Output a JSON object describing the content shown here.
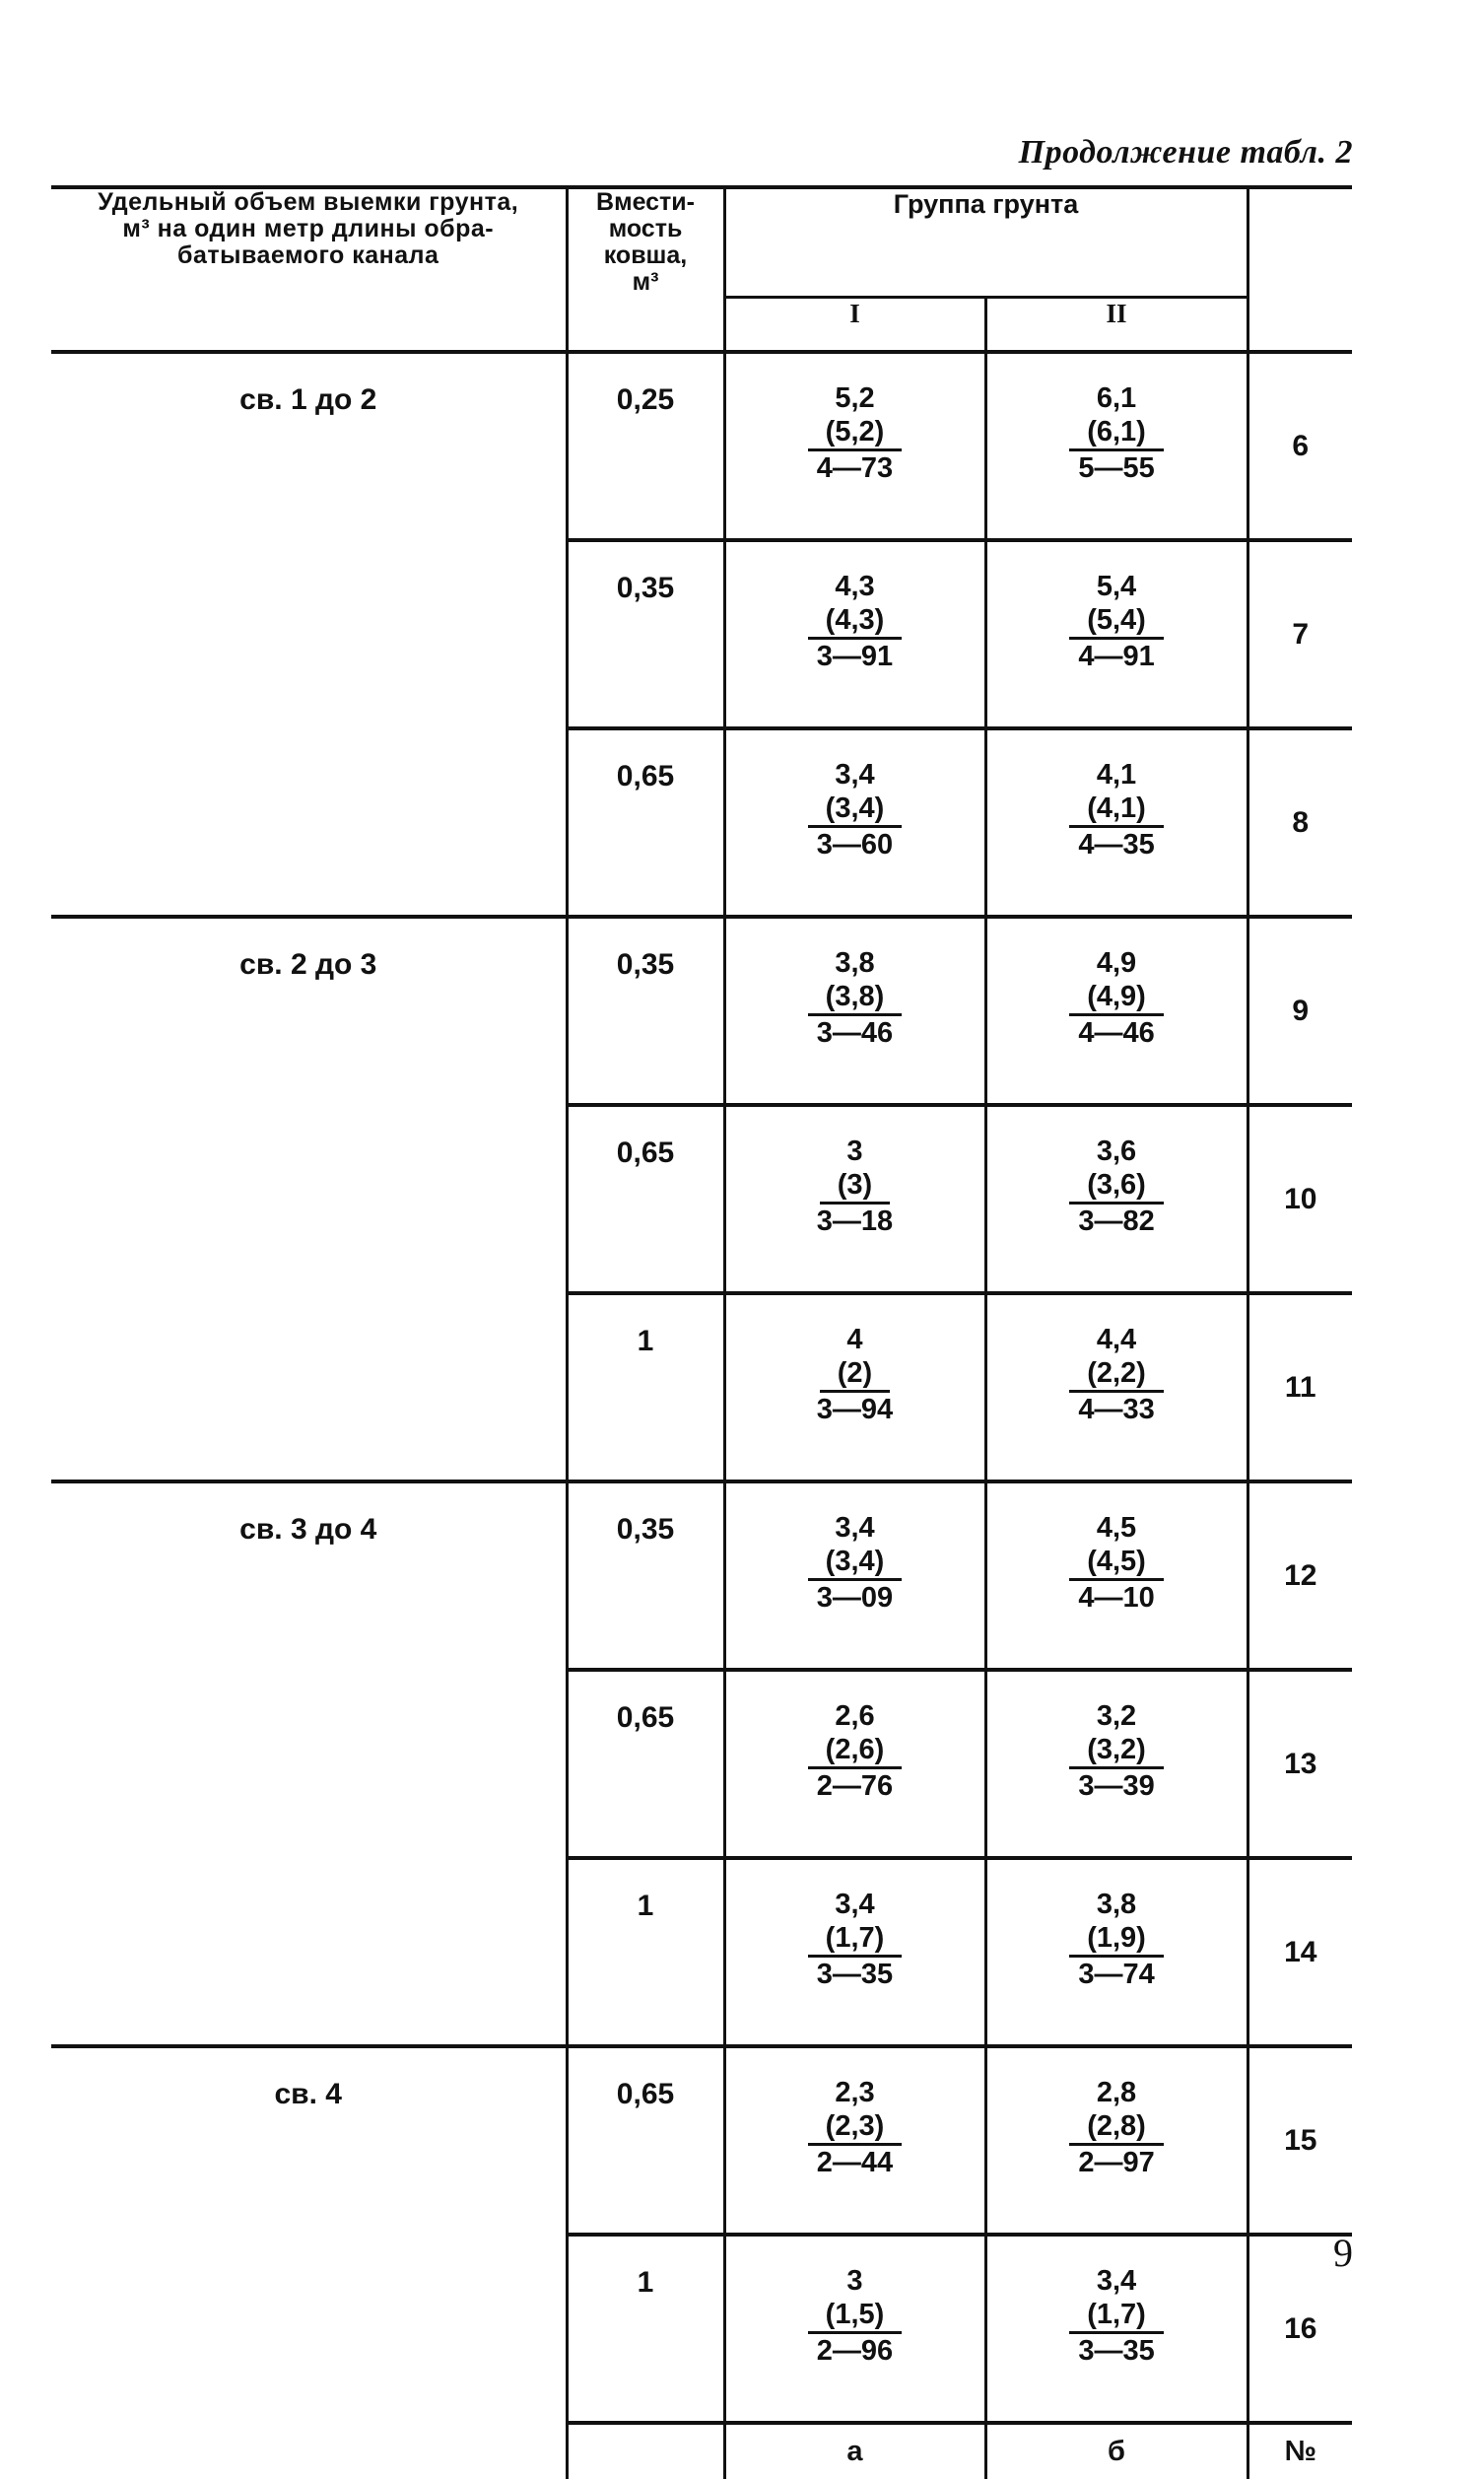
{
  "caption": "Продолжение табл. 2",
  "page_number": "9",
  "header": {
    "desc": "Удельный объем выемки грунта, м³ на один метр длины обрабатываемого канала",
    "desc_lines": [
      "Удельный объем выемки грунта,",
      "м³ на один метр длины обра-",
      "батываемого канала"
    ],
    "capacity_lines": [
      "Вмести-",
      "мость",
      "ковша,",
      "м³"
    ],
    "group": "Группа грунта",
    "group_1": "I",
    "group_2": "II"
  },
  "rows": [
    {
      "desc": "св. 1 до 2",
      "cap": "0,25",
      "g1": [
        "5,2",
        "(5,2)",
        "4—73"
      ],
      "g2": [
        "6,1",
        "(6,1)",
        "5—55"
      ],
      "no": "6"
    },
    {
      "desc": "",
      "cap": "0,35",
      "g1": [
        "4,3",
        "(4,3)",
        "3—91"
      ],
      "g2": [
        "5,4",
        "(5,4)",
        "4—91"
      ],
      "no": "7"
    },
    {
      "desc": "",
      "cap": "0,65",
      "g1": [
        "3,4",
        "(3,4)",
        "3—60"
      ],
      "g2": [
        "4,1",
        "(4,1)",
        "4—35"
      ],
      "no": "8"
    },
    {
      "desc": "св. 2 до 3",
      "cap": "0,35",
      "g1": [
        "3,8",
        "(3,8)",
        "3—46"
      ],
      "g2": [
        "4,9",
        "(4,9)",
        "4—46"
      ],
      "no": "9"
    },
    {
      "desc": "",
      "cap": "0,65",
      "g1": [
        "3",
        "(3)",
        "3—18"
      ],
      "g2": [
        "3,6",
        "(3,6)",
        "3—82"
      ],
      "no": "10"
    },
    {
      "desc": "",
      "cap": "1",
      "g1": [
        "4",
        "(2)",
        "3—94"
      ],
      "g2": [
        "4,4",
        "(2,2)",
        "4—33"
      ],
      "no": "11"
    },
    {
      "desc": "св. 3 до 4",
      "cap": "0,35",
      "g1": [
        "3,4",
        "(3,4)",
        "3—09"
      ],
      "g2": [
        "4,5",
        "(4,5)",
        "4—10"
      ],
      "no": "12"
    },
    {
      "desc": "",
      "cap": "0,65",
      "g1": [
        "2,6",
        "(2,6)",
        "2—76"
      ],
      "g2": [
        "3,2",
        "(3,2)",
        "3—39"
      ],
      "no": "13"
    },
    {
      "desc": "",
      "cap": "1",
      "g1": [
        "3,4",
        "(1,7)",
        "3—35"
      ],
      "g2": [
        "3,8",
        "(1,9)",
        "3—74"
      ],
      "no": "14"
    },
    {
      "desc": "св. 4",
      "cap": "0,65",
      "g1": [
        "2,3",
        "(2,3)",
        "2—44"
      ],
      "g2": [
        "2,8",
        "(2,8)",
        "2—97"
      ],
      "no": "15"
    },
    {
      "desc": "",
      "cap": "1",
      "g1": [
        "3",
        "(1,5)",
        "2—96"
      ],
      "g2": [
        "3,4",
        "(1,7)",
        "3—35"
      ],
      "no": "16"
    }
  ],
  "footer": {
    "a": "а",
    "b": "б",
    "no": "№"
  }
}
